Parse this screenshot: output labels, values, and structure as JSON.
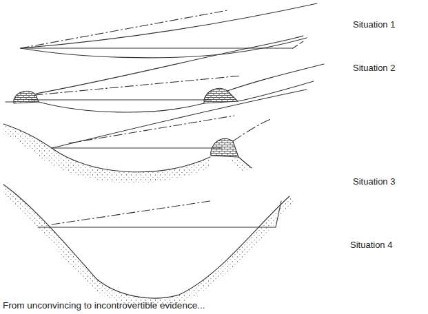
{
  "diagram": {
    "caption": "From unconvincing to incontrovertible evidence...",
    "labels": [
      "Situation 1",
      "Situation 2",
      "Situation 3",
      "Situation 4"
    ]
  }
}
